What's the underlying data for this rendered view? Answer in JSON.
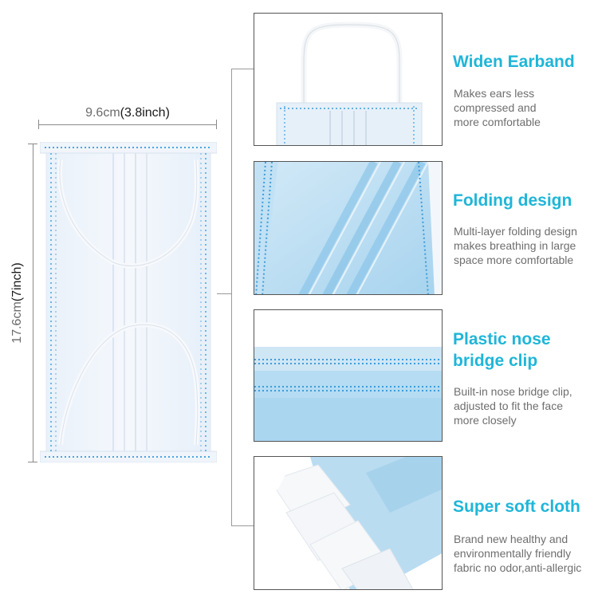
{
  "dimensions": {
    "width_cm": "9.6cm",
    "width_in": "(3.8inch)",
    "height_cm": "17.6cm",
    "height_in": "(7inch)"
  },
  "features": [
    {
      "title_lines": [
        "Widen Earband"
      ],
      "desc_lines": [
        "Makes ears less",
        "compressed and",
        "more comfortable"
      ]
    },
    {
      "title_lines": [
        "Folding design"
      ],
      "desc_lines": [
        "Multi-layer folding design",
        "makes breathing in large",
        "space more comfortable"
      ]
    },
    {
      "title_lines": [
        "Plastic nose",
        "bridge clip"
      ],
      "desc_lines": [
        "Built-in nose bridge clip,",
        "adjusted to fit the face",
        "more closely"
      ]
    },
    {
      "title_lines": [
        "Super soft cloth"
      ],
      "desc_lines": [
        "Brand new healthy and",
        "environmentally friendly",
        "fabric no odor,anti-allergic"
      ]
    }
  ],
  "colors": {
    "accent": "#1fb6d8",
    "mask_light": "#eef4fb",
    "mask_blue": "#a9d6ee",
    "stitch": "#3fa2de"
  }
}
